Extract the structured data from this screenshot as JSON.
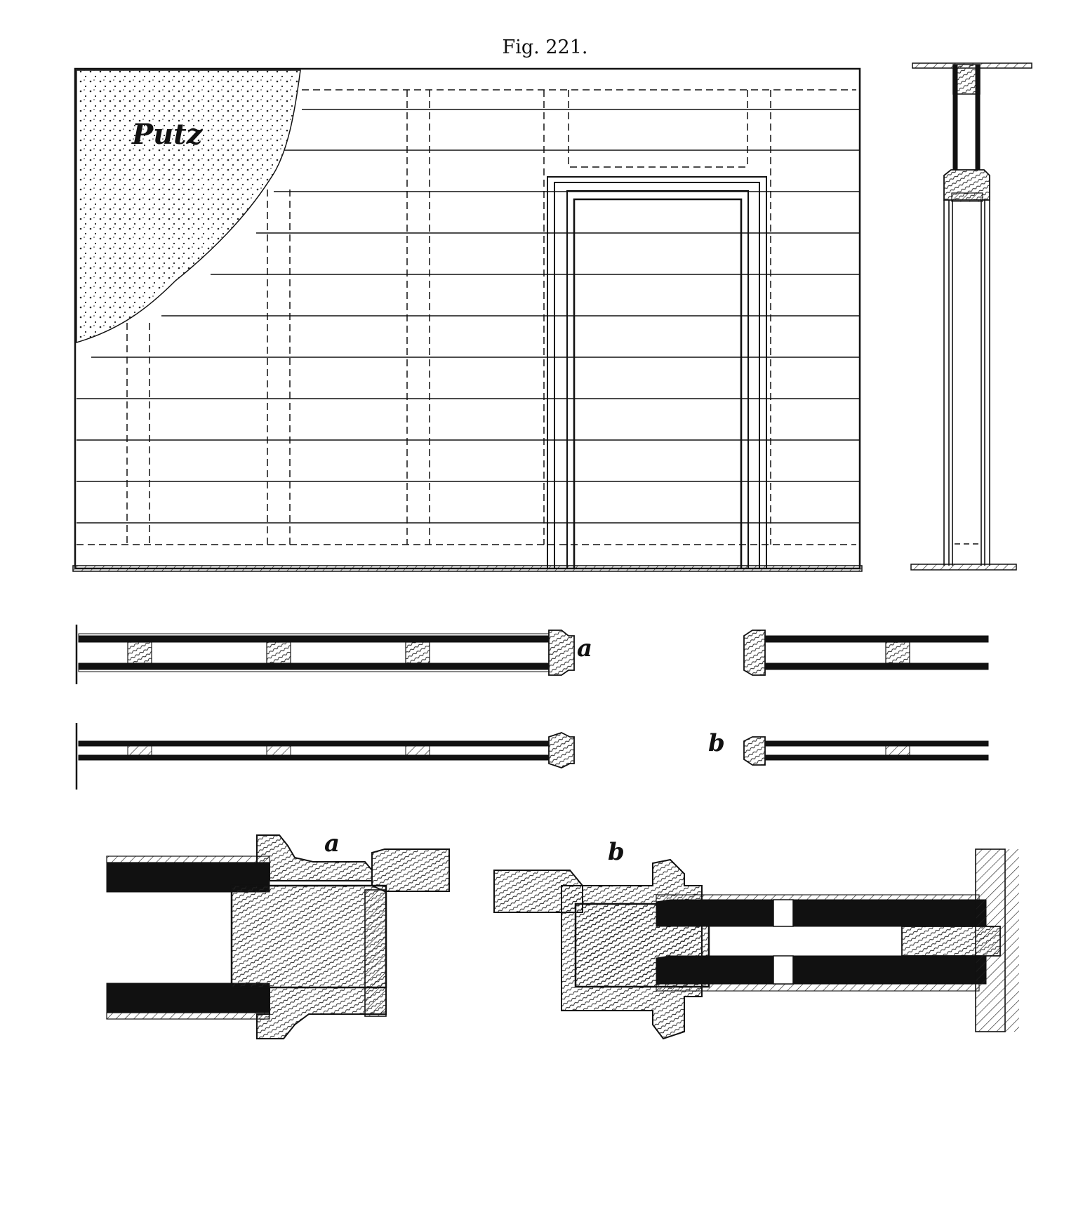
{
  "figure": {
    "title": "Fig. 221.",
    "labels": {
      "plaster": "Putz",
      "section_a_small": "a",
      "section_b_small": "b",
      "detail_a": "a",
      "detail_b": "b"
    }
  },
  "colors": {
    "ink": "#111111",
    "paper": "#ffffff"
  }
}
